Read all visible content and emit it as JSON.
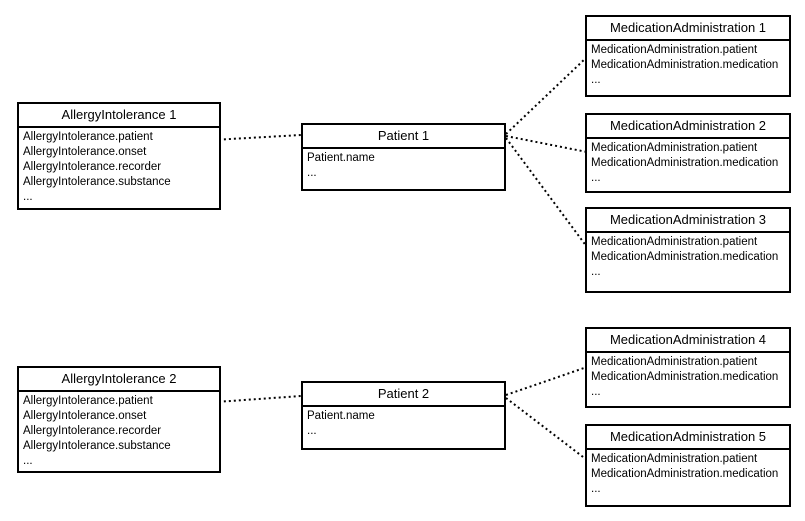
{
  "diagram": {
    "accent_color": "#000000",
    "background_color": "#ffffff",
    "boxes": {
      "allergy1": {
        "title": "AllergyIntolerance 1",
        "fields": [
          "AllergyIntolerance.patient",
          "AllergyIntolerance.onset",
          "AllergyIntolerance.recorder",
          "AllergyIntolerance.substance",
          "..."
        ]
      },
      "patient1": {
        "title": "Patient 1",
        "fields": [
          "Patient.name",
          "..."
        ]
      },
      "med1": {
        "title": "MedicationAdministration 1",
        "fields": [
          "MedicationAdministration.patient",
          "MedicationAdministration.medication",
          "..."
        ]
      },
      "med2": {
        "title": "MedicationAdministration 2",
        "fields": [
          "MedicationAdministration.patient",
          "MedicationAdministration.medication",
          "..."
        ]
      },
      "med3": {
        "title": "MedicationAdministration 3",
        "fields": [
          "MedicationAdministration.patient",
          "MedicationAdministration.medication",
          "..."
        ]
      },
      "allergy2": {
        "title": "AllergyIntolerance 2",
        "fields": [
          "AllergyIntolerance.patient",
          "AllergyIntolerance.onset",
          "AllergyIntolerance.recorder",
          "AllergyIntolerance.substance",
          "..."
        ]
      },
      "patient2": {
        "title": "Patient 2",
        "fields": [
          "Patient.name",
          "..."
        ]
      },
      "med4": {
        "title": "MedicationAdministration 4",
        "fields": [
          "MedicationAdministration.patient",
          "MedicationAdministration.medication",
          "..."
        ]
      },
      "med5": {
        "title": "MedicationAdministration 5",
        "fields": [
          "MedicationAdministration.patient",
          "MedicationAdministration.medication",
          "..."
        ]
      }
    },
    "connections": [
      {
        "from": "AllergyIntolerance 1 / AllergyIntolerance.patient",
        "to": "Patient 1",
        "style": "dotted"
      },
      {
        "from": "Patient 1",
        "to": "MedicationAdministration 1 / MedicationAdministration.patient",
        "style": "dotted"
      },
      {
        "from": "Patient 1",
        "to": "MedicationAdministration 2 / MedicationAdministration.patient",
        "style": "dotted"
      },
      {
        "from": "Patient 1",
        "to": "MedicationAdministration 3 / MedicationAdministration.patient",
        "style": "dotted"
      },
      {
        "from": "AllergyIntolerance 2 / AllergyIntolerance.patient",
        "to": "Patient 2",
        "style": "dotted"
      },
      {
        "from": "Patient 2",
        "to": "MedicationAdministration 4 / MedicationAdministration.patient",
        "style": "dotted"
      },
      {
        "from": "Patient 2",
        "to": "MedicationAdministration 5 / MedicationAdministration.patient",
        "style": "dotted"
      }
    ]
  }
}
